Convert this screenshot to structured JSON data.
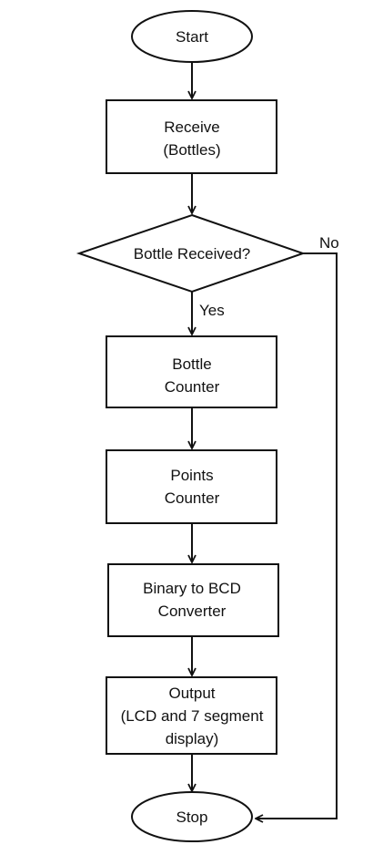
{
  "start": {
    "label": "Start"
  },
  "receive": {
    "line1": "Receive",
    "line2": "(Bottles)"
  },
  "decision": {
    "label": "Bottle Received?",
    "yes": "Yes",
    "no": "No"
  },
  "bottle_counter": {
    "line1": "Bottle",
    "line2": "Counter"
  },
  "points_counter": {
    "line1": "Points",
    "line2": "Counter"
  },
  "converter": {
    "line1": "Binary to BCD",
    "line2": "Converter"
  },
  "output": {
    "line1": "Output",
    "line2": "(LCD and 7 segment",
    "line3": "display)"
  },
  "stop": {
    "label": "Stop"
  }
}
